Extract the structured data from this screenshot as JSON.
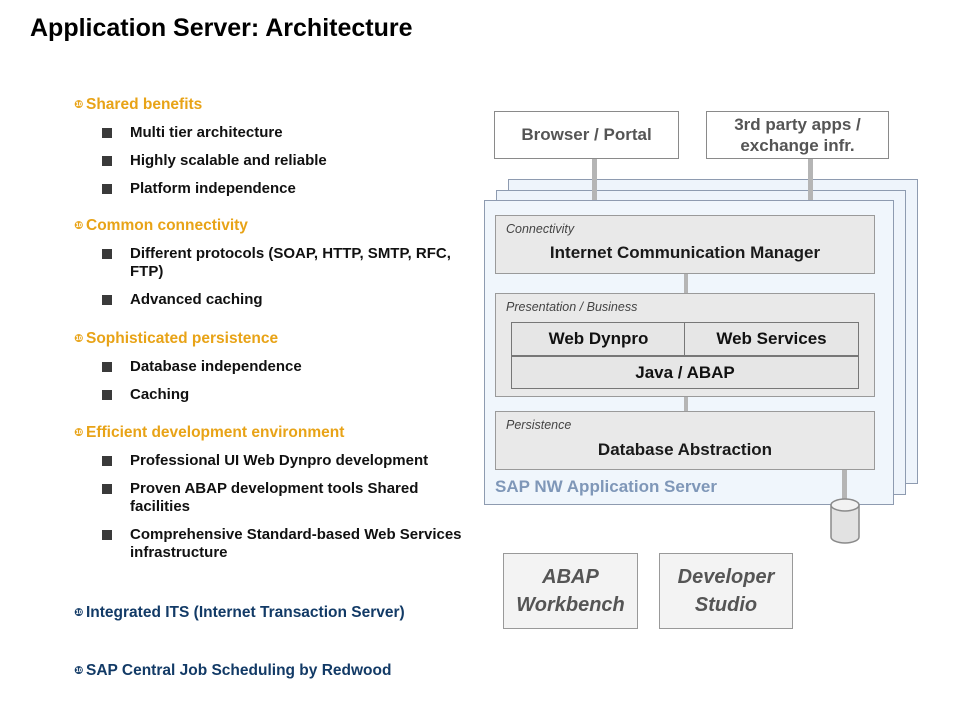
{
  "title": "Application Server: Architecture",
  "marker_glyph": "❿",
  "bullets": [
    {
      "heading": "Shared benefits",
      "color": "#e8a317",
      "items": [
        "Multi tier architecture",
        "Highly scalable and reliable",
        "Platform independence"
      ]
    },
    {
      "heading": "Common connectivity",
      "color": "#e8a317",
      "items": [
        "Different protocols (SOAP, HTTP, SMTP, RFC, FTP)",
        "Advanced caching"
      ]
    },
    {
      "heading": "Sophisticated persistence",
      "color": "#e8a317",
      "items": [
        "Database independence",
        "Caching"
      ]
    },
    {
      "heading": "Efficient development environment",
      "color": "#e8a317",
      "items": [
        "Professional UI Web Dynpro development",
        "Proven ABAP development tools Shared facilities",
        "Comprehensive Standard-based Web Services infrastructure"
      ]
    },
    {
      "heading": "Integrated ITS (Internet Transaction Server)",
      "color": "#123a66",
      "items": []
    },
    {
      "heading": "SAP Central Job Scheduling by Redwood",
      "color": "#123a66",
      "items": []
    }
  ],
  "diagram": {
    "browser_portal": "Browser / Portal",
    "third_party": "3rd party apps / exchange infr.",
    "connectivity_caption": "Connectivity",
    "connectivity_main": "Internet Communication Manager",
    "presentation_caption": "Presentation / Business",
    "web_dynpro": "Web Dynpro",
    "web_services": "Web Services",
    "java_abap": "Java / ABAP",
    "persistence_caption": "Persistence",
    "persistence_main": "Database Abstraction",
    "server_label": "SAP NW Application Server",
    "abap_workbench": "ABAP Workbench",
    "developer_studio": "Developer Studio"
  }
}
